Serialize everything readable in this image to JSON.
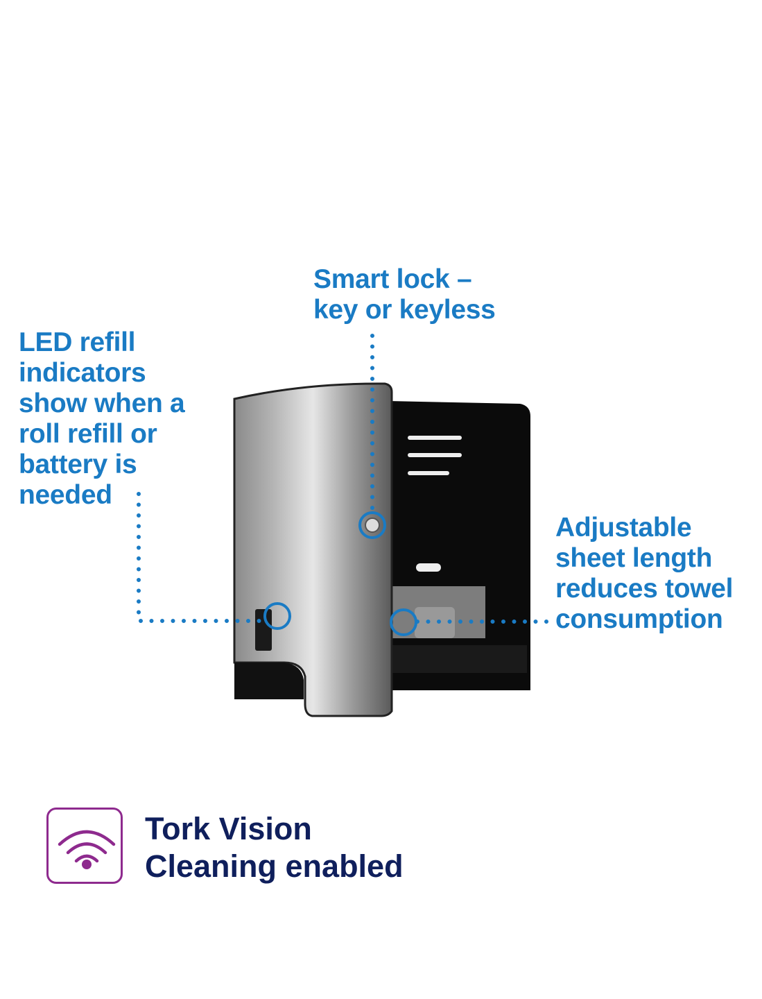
{
  "callouts": {
    "smart_lock": [
      "Smart lock –",
      "key or keyless"
    ],
    "led": [
      "LED refill",
      "indicators",
      "show when a",
      "roll refill or",
      "battery is",
      "needed"
    ],
    "sheet": [
      "Adjustable",
      "sheet length",
      "reduces towel",
      "consumption"
    ]
  },
  "badge": {
    "icon": "wifi-icon",
    "lines": [
      "Tork Vision",
      "Cleaning enabled"
    ]
  },
  "colors": {
    "accent": "#1a7bc4",
    "navy": "#0f1f5c",
    "purple": "#8e2a8e"
  }
}
